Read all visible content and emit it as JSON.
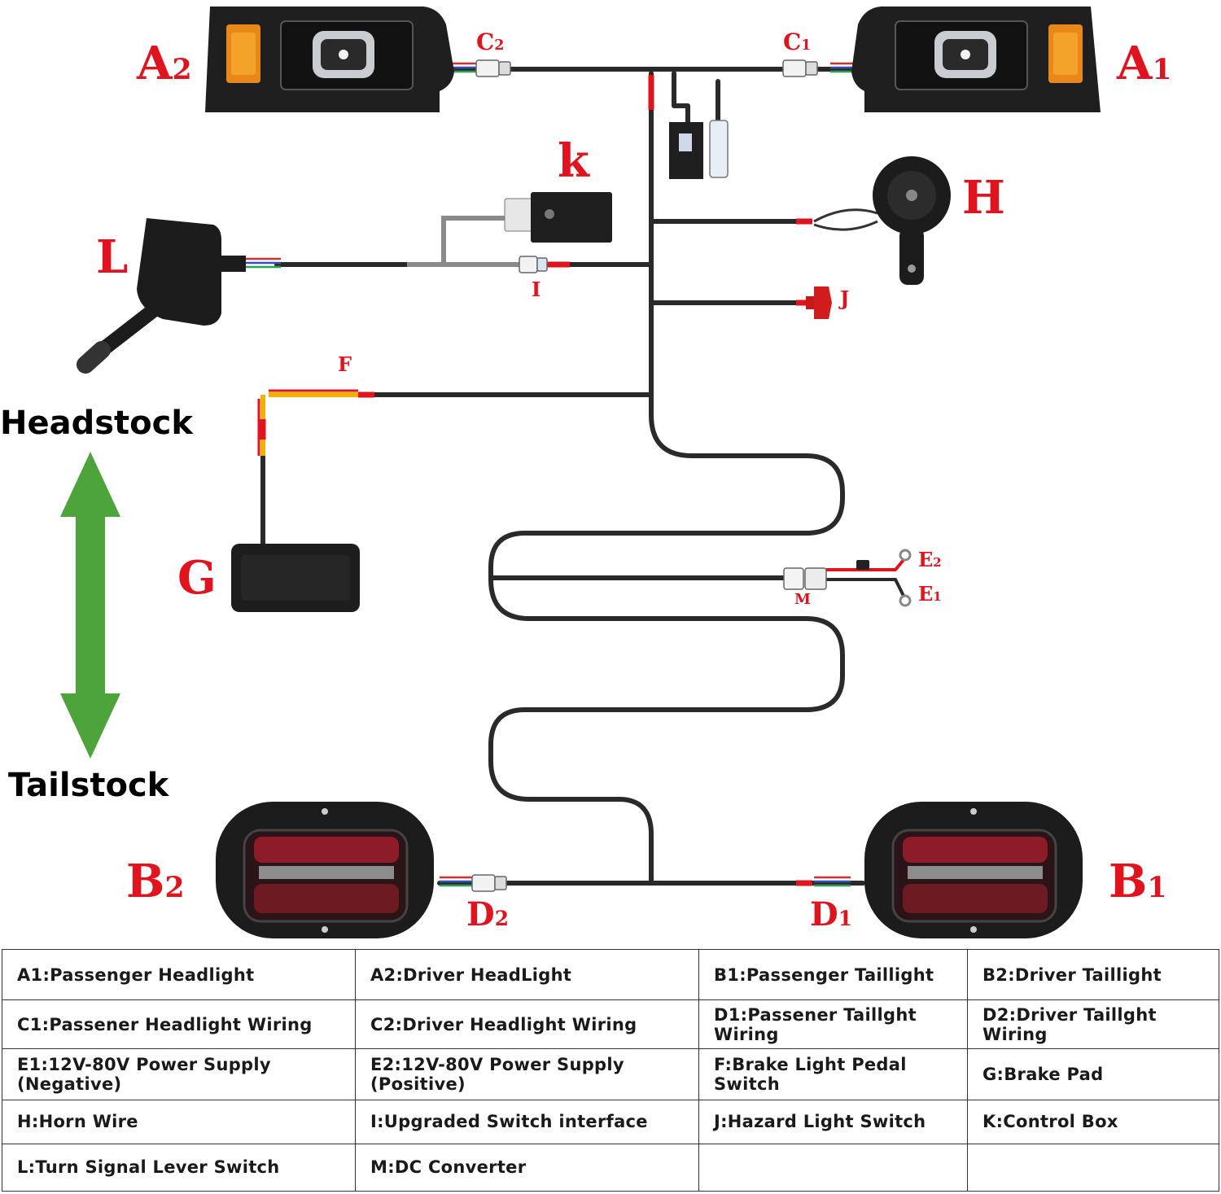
{
  "labels": {
    "A1": "A1",
    "A2": "A2",
    "B1": "B1",
    "B2": "B2",
    "C1": "C1",
    "C2": "C2",
    "D1": "D1",
    "D2": "D2",
    "E1": "E1",
    "E2": "E2",
    "F": "F",
    "G": "G",
    "H": "H",
    "I": "I",
    "J": "J",
    "k": "k",
    "L": "L",
    "M": "M"
  },
  "side_labels": {
    "top": "Headstock",
    "bottom": "Tailstock"
  },
  "colors": {
    "label_red": "#e0141e",
    "arrow_green": "#4ca43a",
    "wire": "#2a2a2a",
    "wire_red": "#e0141e"
  },
  "legend": [
    [
      "A1:Passenger Headlight",
      "A2:Driver HeadLight",
      "B1:Passenger Taillight",
      "B2:Driver Taillight"
    ],
    [
      "C1:Passener Headlight Wiring",
      "C2:Driver Headlight Wiring",
      "D1:Passener Taillght Wiring",
      "D2:Driver Taillght Wiring"
    ],
    [
      "E1:12V-80V Power Supply (Negative)",
      "E2:12V-80V Power Supply (Positive)",
      "F:Brake Light Pedal Switch",
      "G:Brake Pad"
    ],
    [
      "H:Horn Wire",
      "I:Upgraded Switch interface",
      "J:Hazard Light Switch",
      "K:Control Box"
    ],
    [
      "L:Turn Signal Lever Switch",
      "M:DC Converter",
      "",
      ""
    ]
  ]
}
